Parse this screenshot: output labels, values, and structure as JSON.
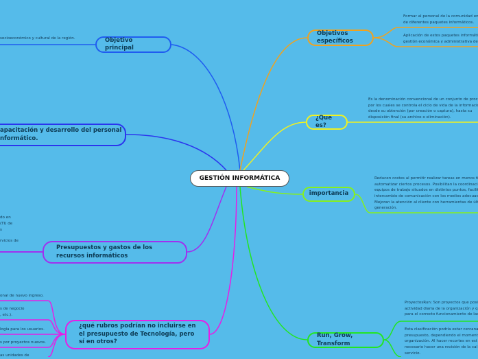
{
  "colors": {
    "background": "#55bbea",
    "objetivo_principal": "#1f5cf0",
    "capacitacion": "#2b35ee",
    "presupuestos": "#a030f0",
    "rubros": "#e61ee6",
    "objetivos_especificos": "#f0a21e",
    "que_es": "#f2f21e",
    "importancia": "#86f01e",
    "run": "#22e622"
  },
  "center": {
    "title": "GESTIÓN INFORMÁTICA"
  },
  "left": {
    "objetivo_principal": {
      "label": "Objetivo principal",
      "items": [
        "socioeconómico y cultural de la región."
      ]
    },
    "capacitacion": {
      "label": "apacitación y desarrollo del personal\nnformático."
    },
    "presupuestos": {
      "label": "Presupuestos y gastos de los recursos informáticos",
      "items": [
        "do en",
        "(TI) de",
        "s",
        "rvicios de"
      ]
    },
    "rubros": {
      "label": "¿qué rubros podrían no incluirse en el presupuesto de Tecnología, pero sí en otros?",
      "items": [
        "onal de nuevo ingreso.",
        "s de negocio",
        ", etc.).",
        "logía para los usuarios.",
        "s por proyectos nuevos.",
        "as unidades de"
      ]
    }
  },
  "right": {
    "objetivos_especificos": {
      "label": "Objetivos específicos",
      "items": [
        "Formar al personal de la comunidad en\nde diferentes paquetes informáticos.",
        "Aplicación de estos paquetes informáti\ngestión económica y administrativa del"
      ]
    },
    "que_es": {
      "label": "¿Que es?",
      "items": [
        "Es la denominación convencional de un conjunto de proce\npor los cuales se controla el ciclo de vida de la informació\ndesde su obtención (por creación o captura), hasta su\ndisposición final (su archivo o eliminación)."
      ]
    },
    "importancia": {
      "label": "importancia",
      "items": [
        "Reducen costes al permitir realizar tareas en menos ti\nautomatizar ciertos procesos. Posibilitan la coordinaci\nequipos de trabajo situados en distintos puntos, facilit\nintercambio de comunicación con los medios adecuad\nMejoran la atención al cliente con herramientas de últ\ngeneración."
      ]
    },
    "run": {
      "label": "Run, Grow, Transform",
      "items": [
        "ProyectosRun: Son proyectos que posib\nactividad diaria de la organización y qu\npara el correcto funcionamiento de las",
        "Esta clasificación podría estar cercana\npresupuesto, dependiendo el moment\norganización. Al hacer recortes en est\nnecesario hacer una revisión de la cal\nservicio."
      ]
    }
  }
}
